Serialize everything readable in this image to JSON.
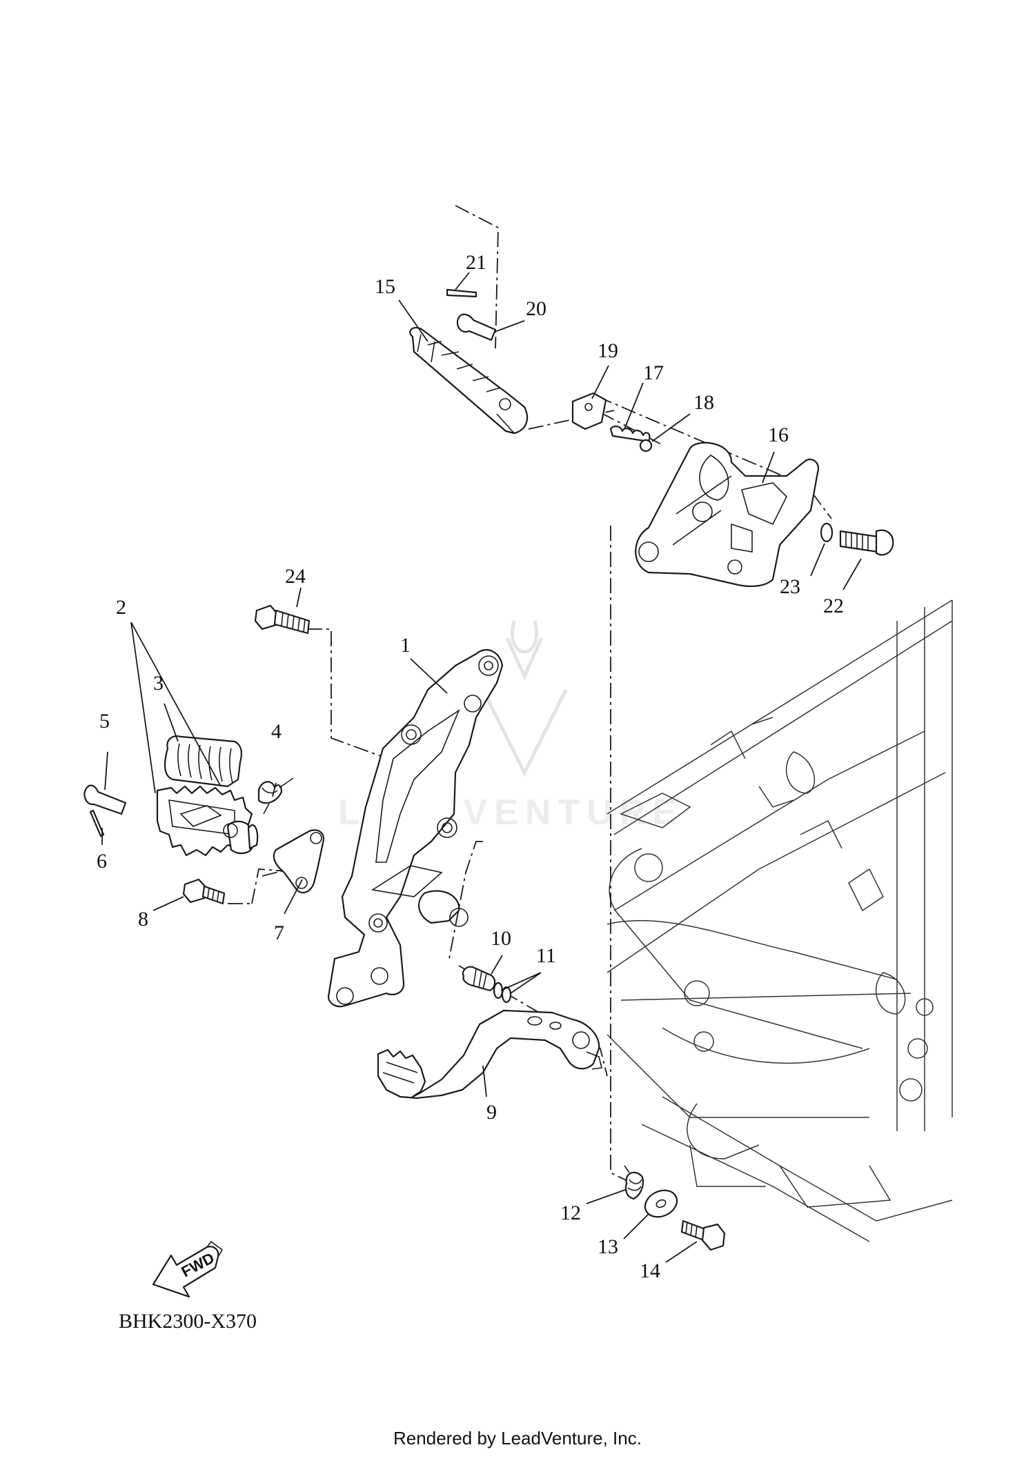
{
  "diagram_code": "BHK2300-X370",
  "fwd_label": "FWD",
  "watermark": "LEADVENTURE",
  "footer": "Rendered by LeadVenture, Inc.",
  "callouts": {
    "c1": "1",
    "c2": "2",
    "c3": "3",
    "c4": "4",
    "c5": "5",
    "c6": "6",
    "c7": "7",
    "c8": "8",
    "c9": "9",
    "c10": "10",
    "c11": "11",
    "c12": "12",
    "c13": "13",
    "c14": "14",
    "c15": "15",
    "c16": "16",
    "c17": "17",
    "c18": "18",
    "c19": "19",
    "c20": "20",
    "c21": "21",
    "c22": "22",
    "c23": "23",
    "c24": "24"
  }
}
